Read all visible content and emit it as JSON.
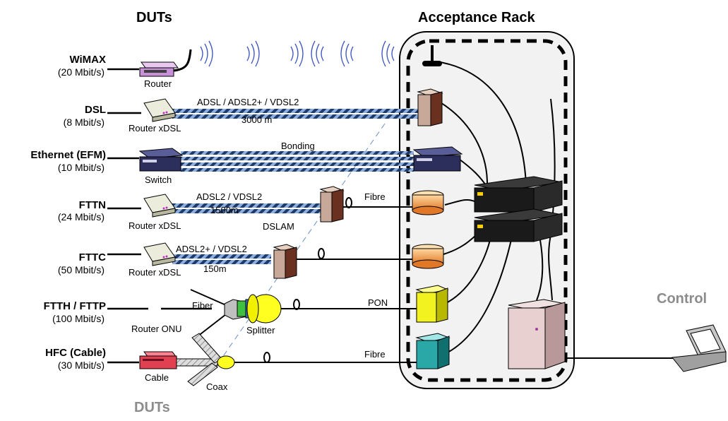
{
  "headings": {
    "duts_top": "DUTs",
    "acceptance_rack": "Acceptance Rack",
    "duts_bottom": "DUTs",
    "control": "Control"
  },
  "access_types": [
    {
      "name": "WiMAX",
      "rate": "(20 Mbit/s)"
    },
    {
      "name": "DSL",
      "rate": "(8 Mbit/s)"
    },
    {
      "name": "Ethernet (EFM)",
      "rate": "(10 Mbit/s)"
    },
    {
      "name": "FTTN",
      "rate": "(24 Mbit/s)"
    },
    {
      "name": "FTTC",
      "rate": "(50 Mbit/s)"
    },
    {
      "name": "FTTH / FTTP",
      "rate": "(100 Mbit/s)"
    },
    {
      "name": "HFC (Cable)",
      "rate": "(30 Mbit/s)"
    }
  ],
  "device_labels": {
    "router": "Router",
    "router_xdsl_1": "Router xDSL",
    "switch": "Switch",
    "router_xdsl_2": "Router xDSL",
    "router_xdsl_3": "Router xDSL",
    "router_onu": "Router ONU",
    "cable": "Cable",
    "coax": "Coax",
    "dslam": "DSLAM",
    "splitter": "Splitter"
  },
  "link_labels": {
    "dsl_standard": "ADSL / ADSL2+ / VDSL2",
    "dsl_length": "3000 m",
    "bonding": "Bonding",
    "fttn_standard": "ADSL2 / VDSL2",
    "fttn_length": "1500m",
    "fttn_fibre": "Fibre",
    "fttc_standard": "ADSL2+ / VDSL2",
    "fttc_length": "150m",
    "ftth_fiber": "Fiber",
    "pon": "PON",
    "hfc_fibre": "Fibre"
  },
  "colors": {
    "copper_pair_dark": "#1f3a66",
    "copper_pair_light": "#8fb0dc",
    "rack_background": "#f2f2f2",
    "rack_dash": "#000000",
    "heading_grey": "#8c8c8c",
    "modem_orange": "#f0a050",
    "cable_modem_red": "#e04050",
    "teal_server": "#2aa8a8",
    "yellow_server": "#f2f220"
  }
}
